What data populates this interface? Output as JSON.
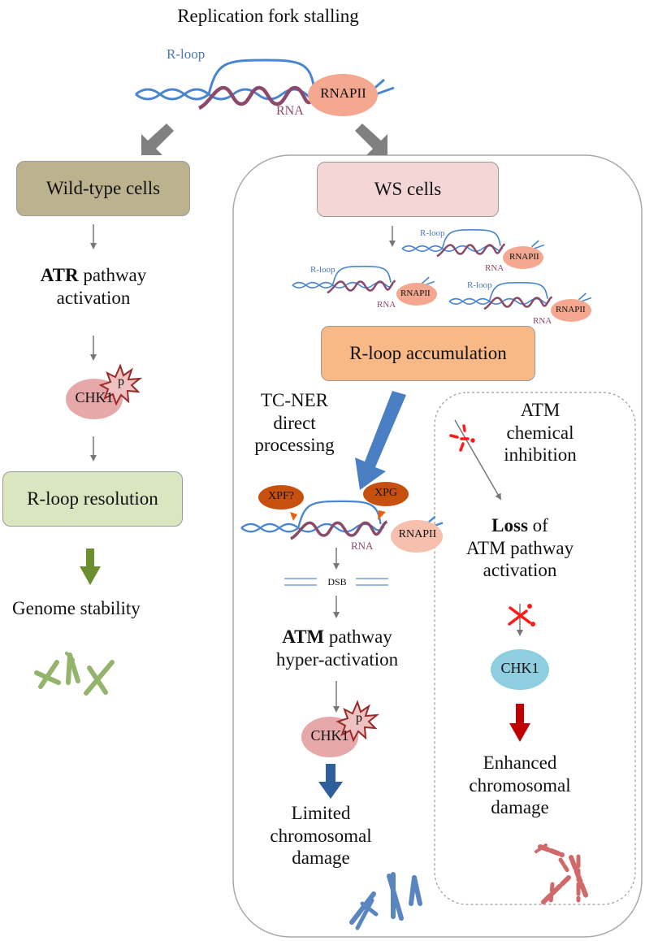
{
  "title": "Replication fork stalling",
  "rloop_diagram": {
    "rloop_label": "R-loop",
    "rna_label": "RNA",
    "polymerase_label": "RNAPII"
  },
  "colors": {
    "dna_blue": "#4a86d0",
    "rna_purple": "#8a4a6a",
    "rnapii_salmon": "#f4a890",
    "wt_box": "#bcb38e",
    "ws_box": "#f4d6d6",
    "accumulation_box": "#f9b987",
    "resolution_box": "#d9e6c0",
    "chk1_pink": "#e6a8a8",
    "chk1_blue": "#8fcde0",
    "green_arrow": "#6b8e2e",
    "blue_arrow": "#4a7fc4",
    "dark_blue_arrow": "#2f5f9a",
    "red_arrow": "#c00000",
    "inhibit_red": "#ff1a1a",
    "xp_orange": "#c8500e"
  },
  "left_branch": {
    "cell_box": "Wild-type cells",
    "pathway_bold": "ATR",
    "pathway_rest": " pathway",
    "pathway_line2": "activation",
    "chk1": "CHK1",
    "phospho": "p",
    "resolution_box": "R-loop resolution",
    "outcome": "Genome stability"
  },
  "right_branch": {
    "cell_box": "WS cells",
    "accumulation_box": "R-loop accumulation",
    "tcner_line1": "TC-NER",
    "tcner_line2": "direct",
    "tcner_line3": "processing",
    "xpf": "XPF?",
    "xpg": "XPG",
    "dsb": "DSB",
    "atm_bold": "ATM",
    "atm_rest": " pathway",
    "atm_line2": "hyper-activation",
    "chk1": "CHK1",
    "phospho": "p",
    "outcome_line1": "Limited",
    "outcome_line2": "chromosomal",
    "outcome_line3": "damage"
  },
  "inhibition_branch": {
    "label_line1": "ATM",
    "label_line2": "chemical",
    "label_line3": "inhibition",
    "loss_bold": "Loss",
    "loss_rest": " of",
    "loss_line2": "ATM pathway",
    "loss_line3": "activation",
    "chk1": "CHK1",
    "outcome_line1": "Enhanced",
    "outcome_line2": "chromosomal",
    "outcome_line3": "damage"
  }
}
